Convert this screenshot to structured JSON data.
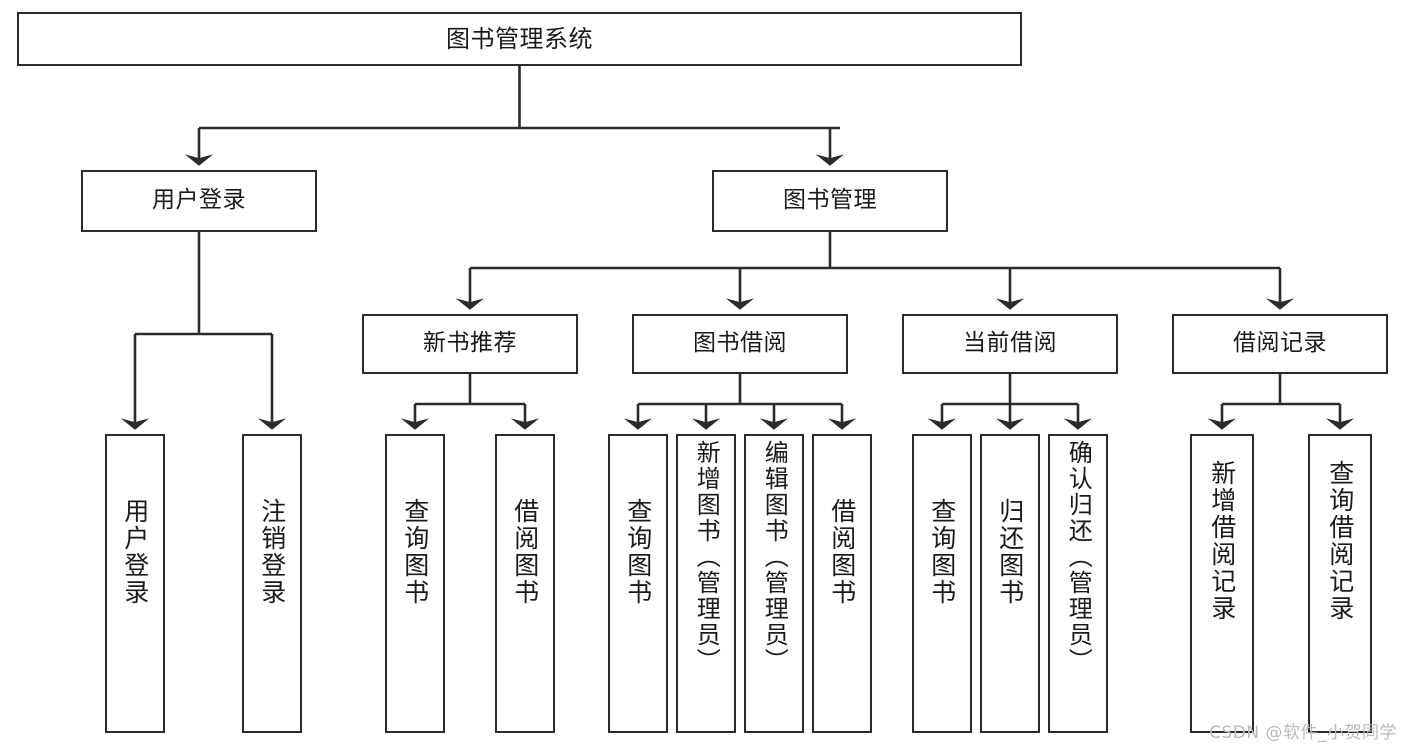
{
  "diagram": {
    "title": "图书管理系统",
    "type": "tree",
    "root": {
      "id": "root",
      "label": "图书管理系统"
    },
    "level2": [
      {
        "id": "user-login",
        "label": "用户登录"
      },
      {
        "id": "book-management",
        "label": "图书管理"
      }
    ],
    "level3": [
      {
        "id": "new-book-recommend",
        "label": "新书推荐",
        "parent": "book-management"
      },
      {
        "id": "book-borrow",
        "label": "图书借阅",
        "parent": "book-management"
      },
      {
        "id": "current-borrow",
        "label": "当前借阅",
        "parent": "book-management"
      },
      {
        "id": "borrow-record",
        "label": "借阅记录",
        "parent": "book-management"
      }
    ],
    "leaves": [
      {
        "id": "leaf-user-login",
        "label": "用户登录",
        "parent": "user-login"
      },
      {
        "id": "leaf-logout",
        "label": "注销登录",
        "parent": "user-login"
      },
      {
        "id": "leaf-query-book-1",
        "label": "查询图书",
        "parent": "new-book-recommend"
      },
      {
        "id": "leaf-borrow-book-1",
        "label": "借阅图书",
        "parent": "new-book-recommend"
      },
      {
        "id": "leaf-query-book-2",
        "label": "查询图书",
        "parent": "book-borrow"
      },
      {
        "id": "leaf-add-book",
        "label": "新增图书（管理员）",
        "parent": "book-borrow"
      },
      {
        "id": "leaf-edit-book",
        "label": "编辑图书（管理员）",
        "parent": "book-borrow"
      },
      {
        "id": "leaf-borrow-book-2",
        "label": "借阅图书",
        "parent": "book-borrow"
      },
      {
        "id": "leaf-query-book-3",
        "label": "查询图书",
        "parent": "current-borrow"
      },
      {
        "id": "leaf-return-book",
        "label": "归还图书",
        "parent": "current-borrow"
      },
      {
        "id": "leaf-confirm-return",
        "label": "确认归还（管理员）",
        "parent": "current-borrow"
      },
      {
        "id": "leaf-add-record",
        "label": "新增借阅记录",
        "parent": "borrow-record"
      },
      {
        "id": "leaf-query-record",
        "label": "查询借阅记录",
        "parent": "borrow-record"
      }
    ]
  },
  "watermark": {
    "text": "CSDN @软件_小贺同学"
  },
  "colors": {
    "stroke": "#2b2b2b",
    "fill": "#ffffff",
    "text": "#1a1a1a",
    "watermark": "#b9b9b9"
  }
}
